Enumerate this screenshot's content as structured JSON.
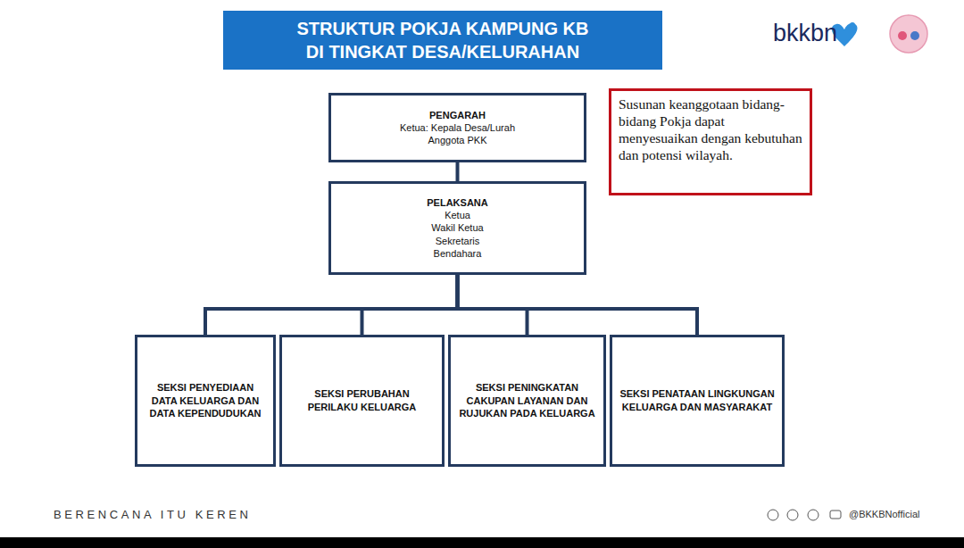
{
  "diagram": {
    "title": "STRUKTUR POKJA KAMPUNG KB DI TINGKAT DESA/KELURAHAN",
    "nodes": [
      {
        "text": [
          "PENGARAH",
          "Ketua: Kepala Desa/Lurah",
          "Anggota PKK"
        ]
      },
      {
        "text": [
          "PELAKSANA",
          "Ketua",
          "Wakil Ketua",
          "Sekretaris",
          "Bendahara"
        ]
      },
      {
        "text": [
          "SEKSI PENYEDIAAN DATA KELUARGA DAN DATA KEPENDUDUKAN"
        ]
      },
      {
        "text": [
          "SEKSI PERUBAHAN PERILAKU KELUARGA"
        ]
      },
      {
        "text": [
          "SEKSI PENINGKATAN CAKUPAN LAYANAN DAN RUJUKAN PADA KELUARGA"
        ]
      },
      {
        "text": [
          "SEKSI PENATAAN LINGKUNGAN KELUARGA DAN MASYARAKAT"
        ]
      },
      {
        "text": [
          "Susunan keanggotaan bidang-bidang Pokja dapat menyesuaikan dengan kebutuhan dan potensi wilayah."
        ]
      }
    ],
    "edges": [
      {
        "from": 0,
        "to": 1,
        "arrow": "none"
      },
      {
        "from": 1,
        "to": 2,
        "arrow": "none"
      },
      {
        "from": 1,
        "to": 3,
        "arrow": "none"
      },
      {
        "from": 1,
        "to": 4,
        "arrow": "none"
      },
      {
        "from": 1,
        "to": 5,
        "arrow": "none"
      }
    ],
    "labels": [
      "bkkbn",
      "BERENCANA ITU KEREN",
      "@BKKBNofficial"
    ]
  }
}
